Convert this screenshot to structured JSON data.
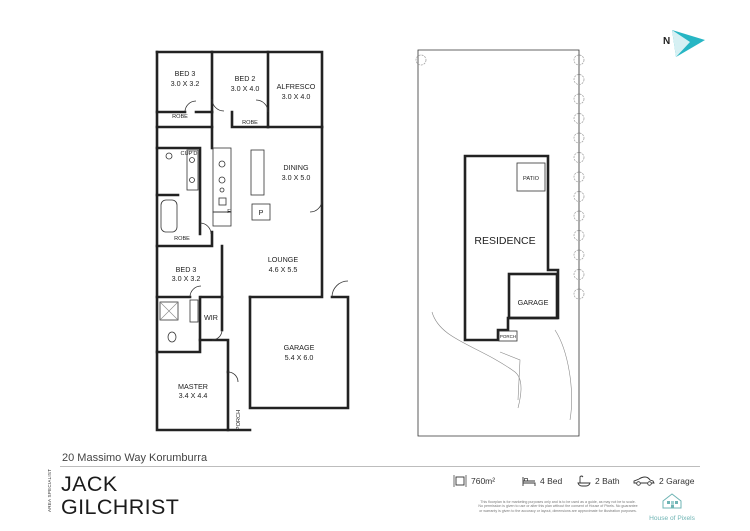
{
  "compass": {
    "label": "N",
    "icon": "north-arrow-icon",
    "accent": "#27b6c4"
  },
  "floor_plan": {
    "rooms": [
      {
        "id": "bed3-top",
        "name": "BED 3",
        "size": "3.0 X 3.2"
      },
      {
        "id": "bed2",
        "name": "BED 2",
        "size": "3.0 X 4.0"
      },
      {
        "id": "alfresco",
        "name": "ALFRESCO",
        "size": "3.0 X 4.0"
      },
      {
        "id": "dining",
        "name": "DINING",
        "size": "3.0 X 5.0"
      },
      {
        "id": "lounge",
        "name": "LOUNGE",
        "size": "4.6 X 5.5"
      },
      {
        "id": "bed3-bottom",
        "name": "BED 3",
        "size": "3.0 X 3.2"
      },
      {
        "id": "garage",
        "name": "GARAGE",
        "size": "5.4 X 6.0"
      },
      {
        "id": "master",
        "name": "MASTER",
        "size": "3.4 X 4.4"
      }
    ],
    "labels": {
      "robe_1": "ROBE",
      "robe_2": "ROBE",
      "robe_3": "ROBE",
      "cupd": "CUP'D",
      "wir": "WIR",
      "porch": "PORCH",
      "fridge": "F",
      "pantry": "P"
    }
  },
  "site_plan": {
    "residence": "RESIDENCE",
    "patio": "PATIO",
    "garage": "GARAGE",
    "porch": "PORCH"
  },
  "footer": {
    "address": "20 Massimo Way Korumburra",
    "agent_tag": "AREA SPECIALIST",
    "agent_first": "JACK",
    "agent_last": "GILCHRIST",
    "stats": [
      {
        "icon": "land-size-icon",
        "value": "760m²"
      },
      {
        "icon": "bed-icon",
        "value": "4 Bed"
      },
      {
        "icon": "bath-icon",
        "value": "2 Bath"
      },
      {
        "icon": "car-icon",
        "value": "2 Garage"
      }
    ],
    "disclaimer": "This floorplan is for marketing purposes only and is to be used as a guide, as may not be to scale. No permission is given to use or alter this plan without the consent of House of Pixels. No guarantee or warranty is given to the accuracy or layout, dimensions are approximate for illustration purposes.",
    "brand": "House of Pixels",
    "brand_color": "#6fb4b4"
  }
}
